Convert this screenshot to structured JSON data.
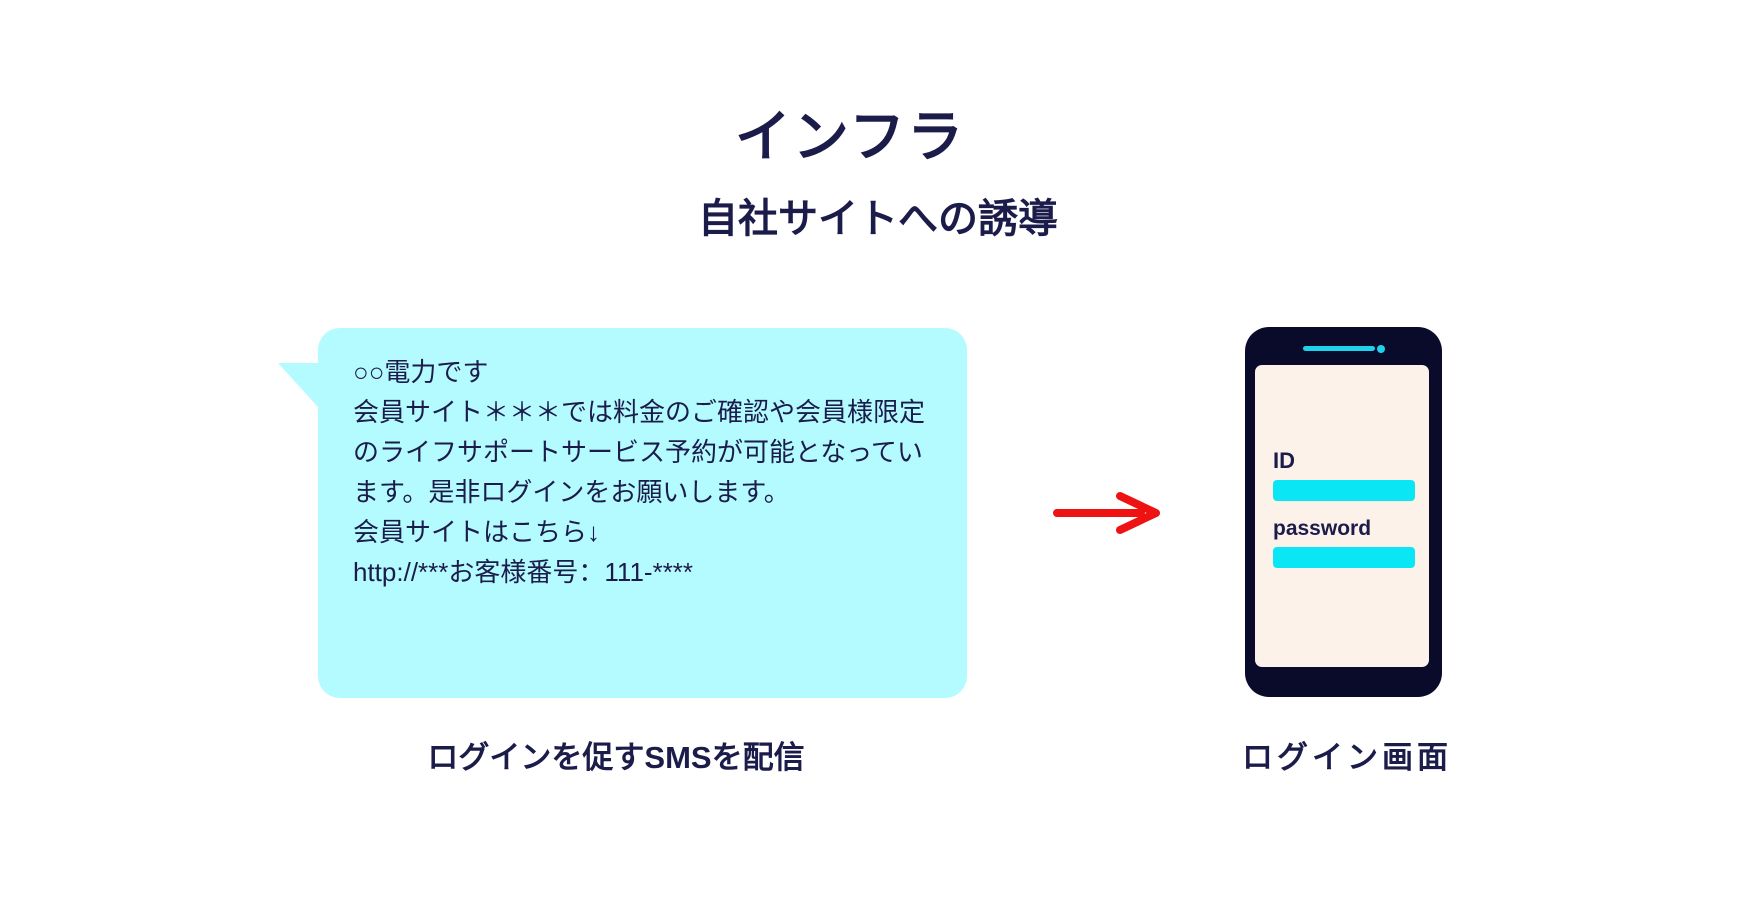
{
  "page": {
    "title": "インフラ",
    "subtitle": "自社サイトへの誘導"
  },
  "sms": {
    "message": "○○電力です\n会員サイト＊＊＊では料金のご確認や会員様限定\nのライフサポートサービス予約が可能となってい\nます。是非ログインをお願いします。\n会員サイトはこちら↓\nhttp://***お客様番号：111-****",
    "caption": "ログインを促すSMSを配信"
  },
  "phone": {
    "id_label": "ID",
    "password_label": "password",
    "caption": "ログイン画面"
  },
  "icons": {
    "flow_arrow": "right-arrow",
    "phone_speaker": "speaker-line",
    "phone_camera": "camera-dot"
  },
  "colors": {
    "navy_text": "#1c1c4b",
    "bubble_cyan": "#b3fbff",
    "phone_frame_navy": "#0a0a2b",
    "screen_cream": "#fcf2ea",
    "input_cyan": "#0ae6f3",
    "speaker_cyan": "#1fd2ec",
    "arrow_red": "#ee1212",
    "background": "#ffffff"
  }
}
